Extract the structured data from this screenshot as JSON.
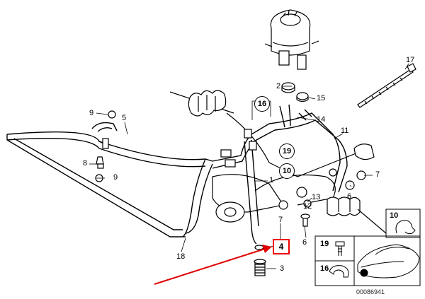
{
  "diagram": {
    "callouts": {
      "c2": "2",
      "c15": "15",
      "c17": "17",
      "c16": "16",
      "c14": "14",
      "c9a": "9",
      "c5": "5",
      "c11": "11",
      "c19": "19",
      "c10": "10",
      "c8": "8",
      "c9b": "9",
      "c1": "1",
      "c7": "7",
      "c13": "13",
      "c12": "12",
      "c6a": "6",
      "c7b": "7",
      "c6b": "6",
      "c18": "18",
      "c4": "4",
      "c3": "3"
    },
    "legend": {
      "box10": "10",
      "box19": "19",
      "box16": "16"
    },
    "reference_number": "00086941",
    "highlight_color": "#e00000"
  }
}
